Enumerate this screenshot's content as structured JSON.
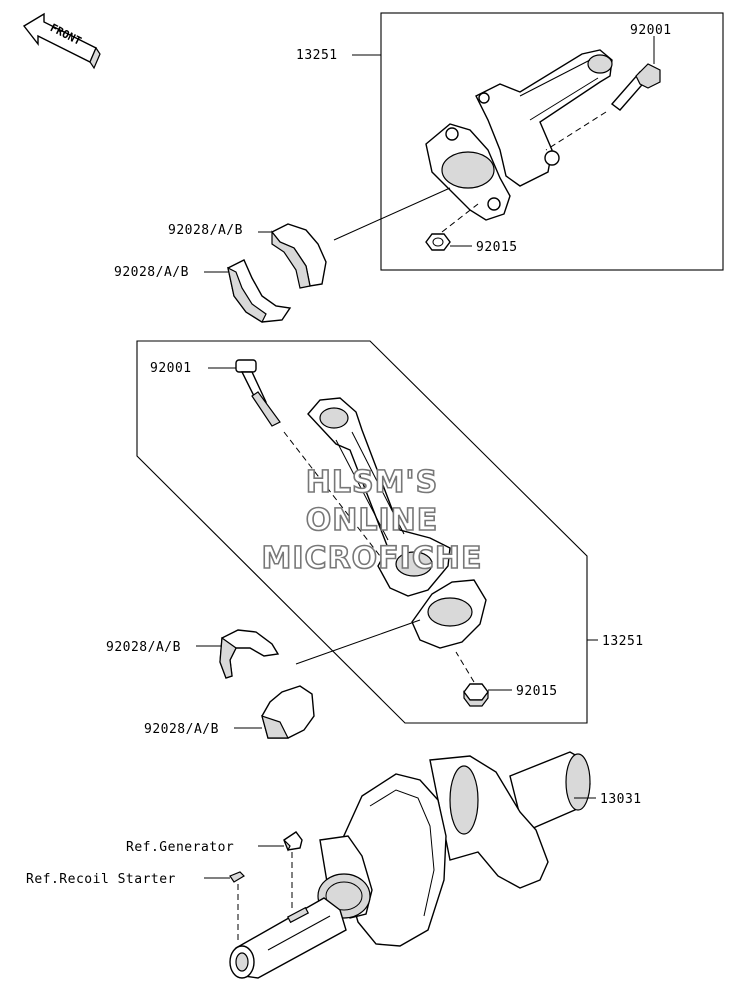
{
  "front_indicator": {
    "text": "FRONT"
  },
  "watermark": {
    "line1": "HLSM'S",
    "line2": "ONLINE",
    "line3": "MICROFICHE"
  },
  "callouts": {
    "assy_upper": "13251",
    "bolt_upper": "92001",
    "nut_upper": "92015",
    "bearing_upper_a": "92028/A/B",
    "bearing_upper_b": "92028/A/B",
    "bolt_lower": "92001",
    "assy_lower": "13251",
    "bearing_lower_a": "92028/A/B",
    "bearing_lower_b": "92028/A/B",
    "nut_lower": "92015",
    "crankshaft": "13031",
    "ref_generator": "Ref.Generator",
    "ref_recoil": "Ref.Recoil Starter"
  }
}
